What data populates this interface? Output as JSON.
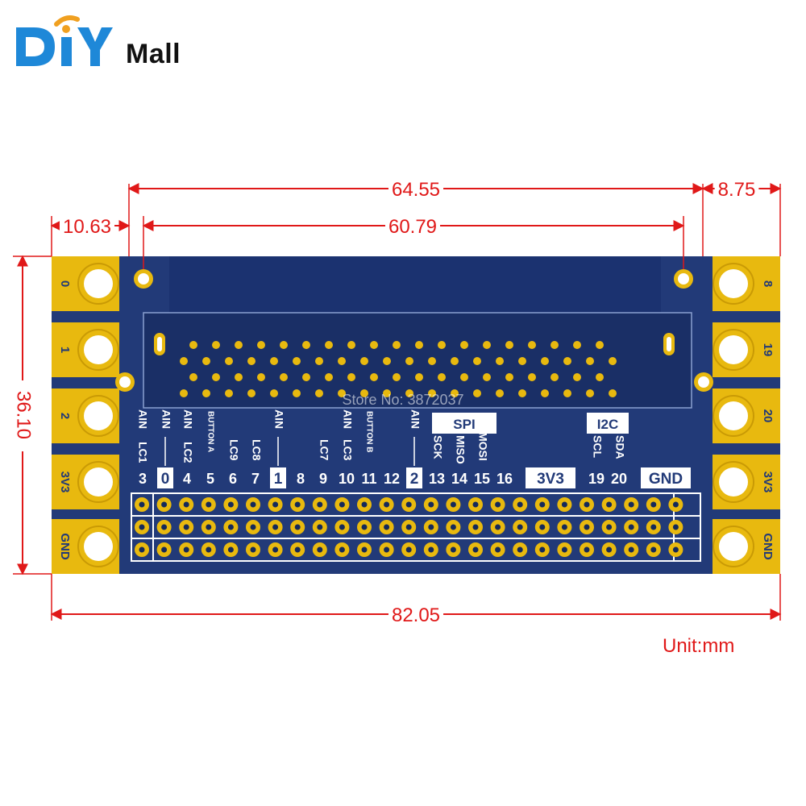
{
  "brand": {
    "logo_letters": "DIY",
    "logo_suffix": "Mall"
  },
  "unit_label": "Unit:mm",
  "watermark": "Store No: 3872037",
  "dimensions": {
    "top_width": "64.55",
    "right_offset": "8.75",
    "left_offset": "10.63",
    "hole_spacing": "60.79",
    "height": "36.10",
    "total_width": "82.05"
  },
  "edge_pads": {
    "left": [
      "0",
      "1",
      "2",
      "3V3",
      "GND"
    ],
    "right": [
      "8",
      "19",
      "20",
      "3V3",
      "GND"
    ]
  },
  "pin_labels": {
    "numbers": [
      "3",
      "0",
      "4",
      "5",
      "6",
      "7",
      "1",
      "8",
      "9",
      "10",
      "11",
      "12",
      "2",
      "13",
      "14",
      "15",
      "16",
      "3V3",
      "19",
      "20",
      "GND"
    ],
    "vertical": {
      "ain_3": "AIN",
      "lc1": "LC1",
      "ain_0": "AIN",
      "ain_4": "AIN",
      "lc2": "LC2",
      "button_a": "BUTTON A",
      "lc9": "LC9",
      "lc8": "LC8",
      "ain_1": "AIN",
      "lc7": "LC7",
      "ain_10": "AIN",
      "lc3": "LC3",
      "button_b": "BUTTON B",
      "ain_2": "AIN",
      "sck": "SCK",
      "miso": "MISO",
      "mosi": "MOSI",
      "scl": "SCL",
      "sda": "SDA"
    },
    "spi": "SPI",
    "i2c": "I2C"
  },
  "colors": {
    "board": "#223a78",
    "board_dark": "#14295a",
    "gold": "#e8b90f",
    "dimension": "#e01818",
    "white": "#ffffff"
  }
}
